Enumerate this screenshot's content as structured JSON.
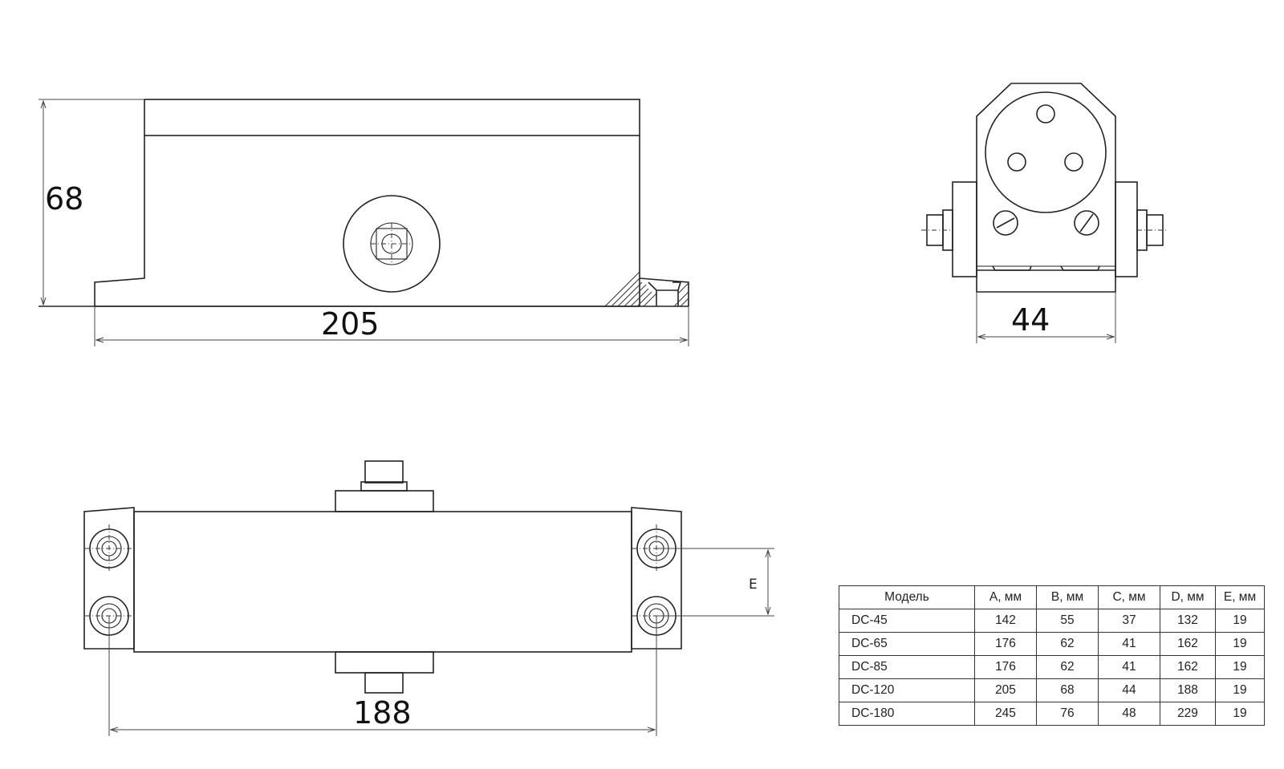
{
  "side_view": {
    "height_label": "68",
    "length_label": "205"
  },
  "end_view": {
    "width_label": "44"
  },
  "top_view": {
    "hole_spacing_label": "188",
    "offset_label": "E"
  },
  "table": {
    "headers": [
      "Модель",
      "A, мм",
      "B, мм",
      "C, мм",
      "D, мм",
      "E, мм"
    ],
    "rows": [
      [
        "DC-45",
        "142",
        "55",
        "37",
        "132",
        "19"
      ],
      [
        "DC-65",
        "176",
        "62",
        "41",
        "162",
        "19"
      ],
      [
        "DC-85",
        "176",
        "62",
        "41",
        "162",
        "19"
      ],
      [
        "DC-120",
        "205",
        "68",
        "44",
        "188",
        "19"
      ],
      [
        "DC-180",
        "245",
        "76",
        "48",
        "229",
        "19"
      ]
    ]
  }
}
